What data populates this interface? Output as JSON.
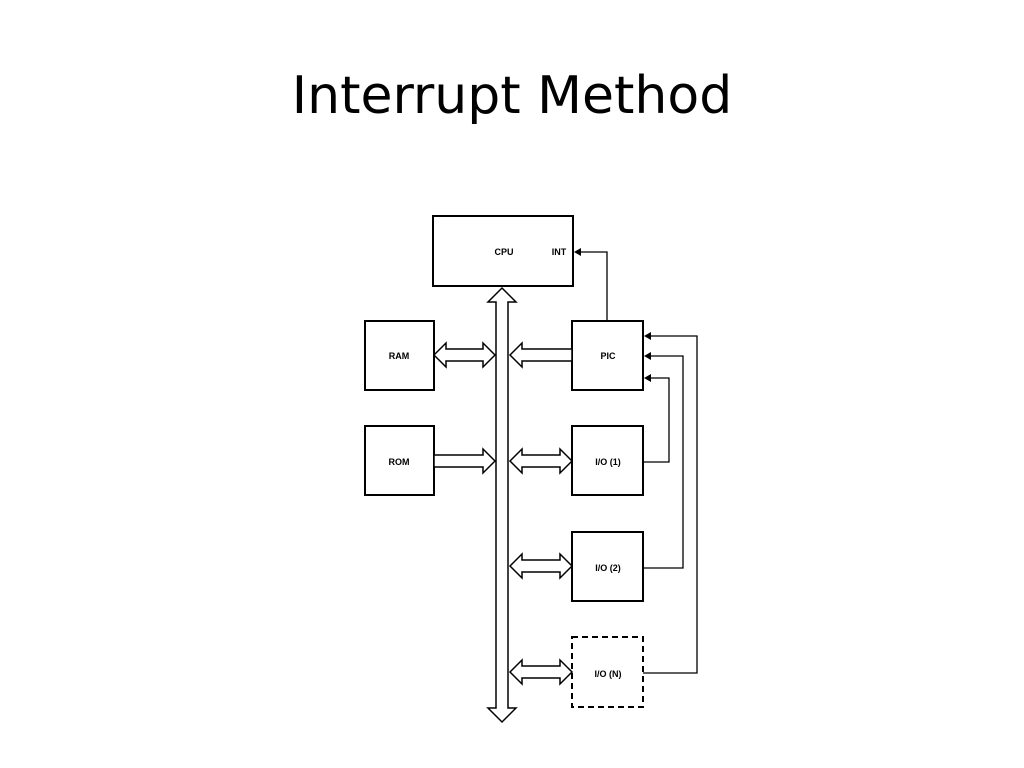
{
  "slide": {
    "title": "Interrupt Method"
  },
  "diagram": {
    "blocks": {
      "cpu": "CPU",
      "int": "INT",
      "ram": "RAM",
      "rom": "ROM",
      "pic": "PIC",
      "io1": "I/O (1)",
      "io2": "I/O (2)",
      "ion": "I/O (N)"
    }
  },
  "colors": {
    "background": "#ffffff",
    "ink": "#000000"
  }
}
